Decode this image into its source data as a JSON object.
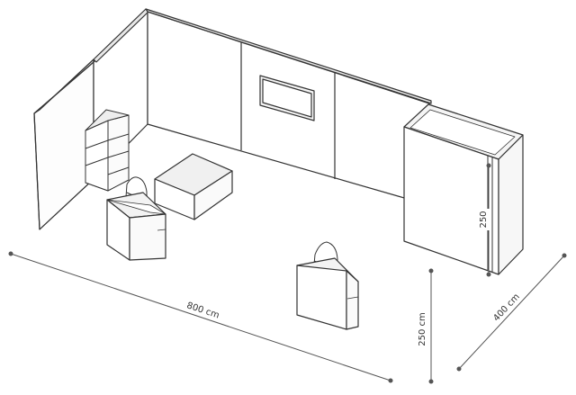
{
  "drawing": {
    "line_color": "#333333",
    "fill_color": "#ffffff",
    "shade_color": "#f2f2f2",
    "dim_color": "#555555"
  },
  "dimensions": {
    "length": "800 cm",
    "height": "250 cm",
    "depth": "400 cm",
    "cabin_height": "250"
  }
}
